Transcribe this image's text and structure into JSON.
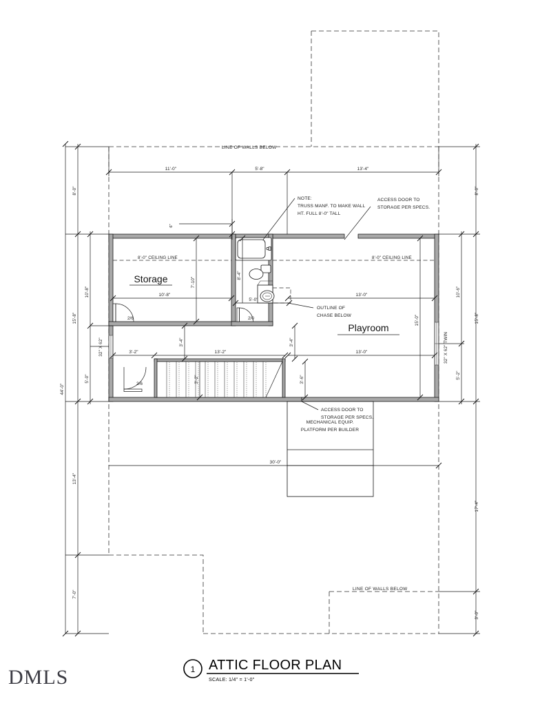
{
  "sheet": {
    "logo": "DMLS",
    "title": "ATTIC FLOOR PLAN",
    "detail_number": "1",
    "scale_note": "SCALE:  1/4\" = 1'-0\""
  },
  "rooms": [
    {
      "key": "storage",
      "label": "Storage"
    },
    {
      "key": "playroom",
      "label": "Playroom"
    }
  ],
  "annotations": {
    "line_of_walls_below_top": "LINE OF WALLS BELOW",
    "line_of_walls_below_bottom": "LINE OF WALLS BELOW",
    "ceiling_line_left": "8'-0\" CEILING LINE",
    "ceiling_line_right": "8'-0\" CEILING LINE",
    "truss_note_l1": "NOTE:",
    "truss_note_l2": "TRUSS MANF. TO MAKE WALL",
    "truss_note_l3": "HT. FULL 8'-0\" TALL",
    "access_door_top_l1": "ACCESS DOOR TO",
    "access_door_top_l2": "STORAGE PER SPECS.",
    "access_door_bottom_l1": "ACCESS DOOR TO",
    "access_door_bottom_l2": "STORAGE PER SPECS.",
    "chase_note_l1": "OUTLINE OF",
    "chase_note_l2": "CHASE BELOW",
    "mech_note_l1": "MECHANICAL EQUIP.",
    "mech_note_l2": "PLATFORM PER BUILDER"
  },
  "windows": [
    {
      "key": "left-window",
      "label": "32\" X 62\""
    },
    {
      "key": "right-window",
      "label": "32\" X 62\" TWIN"
    }
  ],
  "doors": [
    {
      "key": "storage-door",
      "label": "2/6"
    },
    {
      "key": "bath-door",
      "label": "2/0"
    },
    {
      "key": "stair-door",
      "label": "2/6"
    }
  ],
  "dimensions": {
    "top_chain": [
      "11'-0\"",
      "5'-8\"",
      "13'-4\""
    ],
    "left_outer_total": "44'-0\"",
    "left_chain": [
      "8'-0\"",
      "15'-8\"",
      "13'-4\"",
      "7'-0\""
    ],
    "left_inner": [
      "10'-8\"",
      "5'-0\""
    ],
    "right_chain": [
      "8'-0\"",
      "15'-8\"",
      "17'-4\"",
      "3'-0\""
    ],
    "right_inner": [
      "10'-6\"",
      "5'-2\""
    ],
    "bottom_total": "30'-0\"",
    "interior": {
      "wall_offset": "6\"",
      "storage_width": "10'-8\"",
      "storage_depth": "7'-10\"",
      "bath_depth": "8'-4\"",
      "bath_width": "5'-0\"",
      "playroom_upper": "13'-0\"",
      "playroom_lower": "13'-0\"",
      "playroom_height": "15'-0\"",
      "stair_run": "13'-2\"",
      "stair_left_offset": "3'-2\"",
      "stair_width_left": "3'-4\"",
      "stair_width_left2": "3'-2\"",
      "stair_width_right": "3'-4\"",
      "stair_width_right2": "3'-6\""
    }
  }
}
